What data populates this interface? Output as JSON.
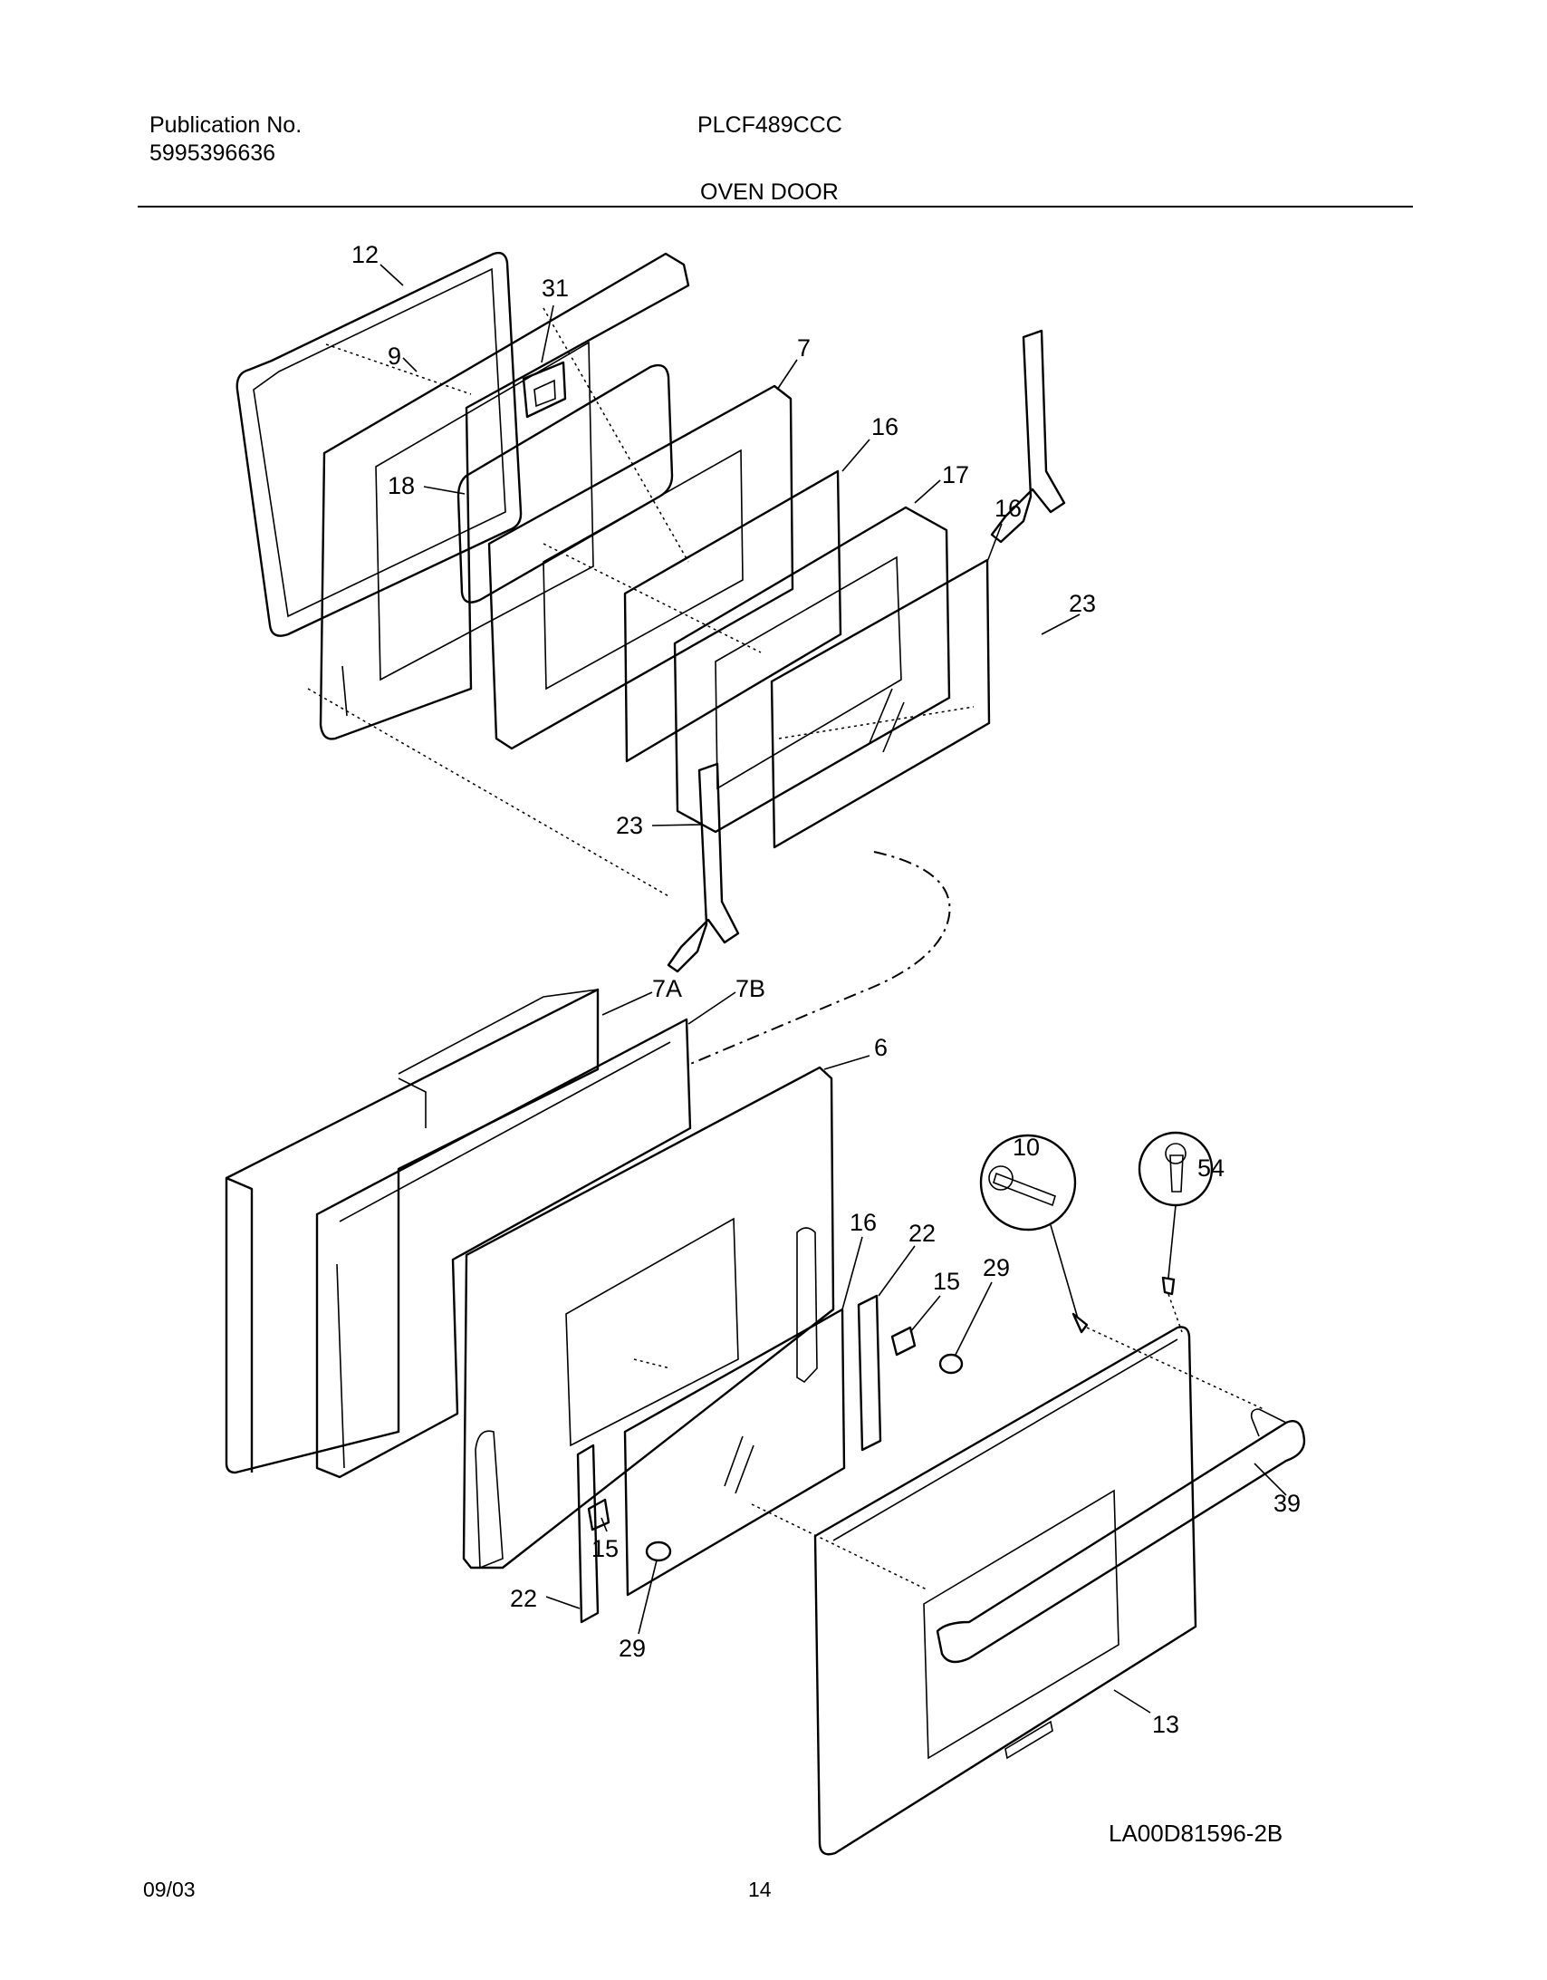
{
  "header": {
    "publication_label": "Publication No.",
    "publication_number": "5995396636",
    "model": "PLCF489CCC",
    "section_title": "OVEN DOOR"
  },
  "callouts": {
    "p12": "12",
    "p31": "31",
    "p9": "9",
    "p7_upper": "7",
    "p16_a": "16",
    "p17": "17",
    "p16_b": "16",
    "p18": "18",
    "p23_right": "23",
    "p23_left": "23",
    "p7A": "7A",
    "p7B": "7B",
    "p6": "6",
    "p10": "10",
    "p54": "54",
    "p16_c": "16",
    "p22_top": "22",
    "p15_top": "15",
    "p29_top": "29",
    "p15_bottom": "15",
    "p22_bottom": "22",
    "p29_bottom": "29",
    "p39": "39",
    "p13": "13"
  },
  "footer": {
    "diagram_code": "LA00D81596-2B",
    "date": "09/03",
    "page": "14"
  }
}
